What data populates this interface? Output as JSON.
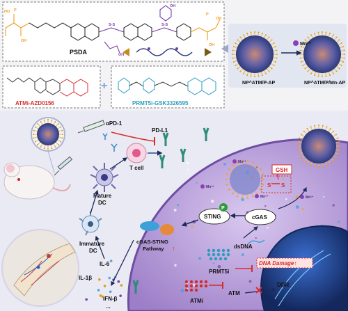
{
  "top": {
    "psda": "PSDA",
    "atmi_compound": "ATMi-AZD0156",
    "prmt5i_compound": "PRMT5i-GSK3326595",
    "plus": "+",
    "mn_ion": "Mn²⁺",
    "np_left": "NP^ATM/P-AP",
    "np_right": "NP^ATM/P/Mn-AP"
  },
  "left": {
    "anti_pd1": "αPD-1",
    "pd_l1": "PD-L1",
    "t_cell": "T cell",
    "mature_dc": "Mature\nDC",
    "immature_dc": "Immature\nDC",
    "il6": "IL-6",
    "il1b": "IL-1β",
    "ifnb": "IFN-β",
    "dots": "..."
  },
  "cell": {
    "gsh": "GSH",
    "s_label": "S",
    "mn_label": "Mn²⁺",
    "sting": "STING",
    "cgas": "cGAS",
    "p": "P",
    "pathway": "cGAS-STING\nPathway",
    "up": "↑",
    "dsdna": "dsDNA",
    "prmt5i": "PRMT5i",
    "dna_damage": "DNA Damage↑",
    "ddr": "DDR",
    "atmi": "ATMi",
    "atm": "ATM"
  },
  "colors": {
    "orange": "#f29a1d",
    "purple": "#7a3ea8",
    "navy": "#1d2a5c",
    "red": "#d72b2b",
    "teal": "#2a9bbf",
    "cell": "#bfa7df",
    "nucleus": "#1f3f8a"
  }
}
